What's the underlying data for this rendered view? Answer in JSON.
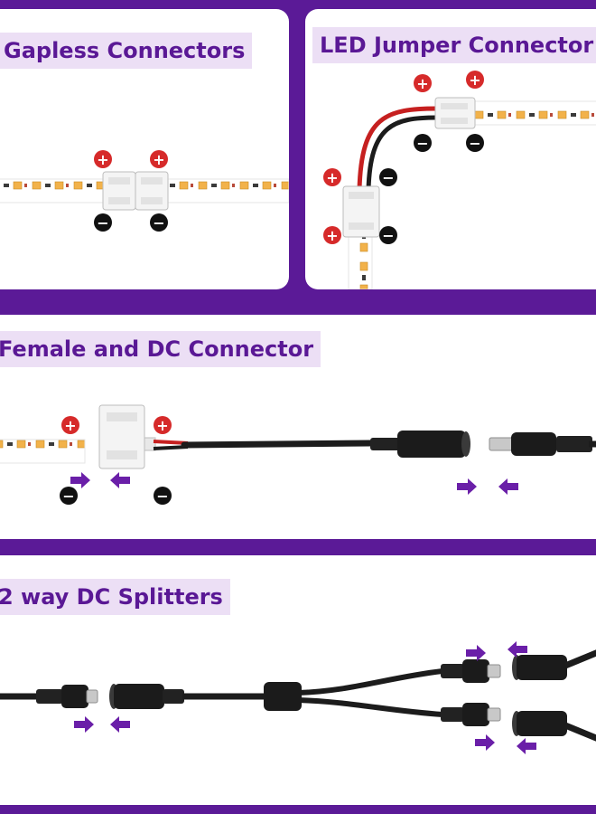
{
  "sections": {
    "gapless": {
      "title": "Gapless Connectors"
    },
    "jumper": {
      "title": "LED Jumper Connector"
    },
    "female_dc": {
      "title": "Female and DC Connector"
    },
    "splitter": {
      "title": "2 way DC Splitters"
    }
  },
  "symbols": {
    "plus": "+",
    "minus": "−"
  },
  "colors": {
    "frame": "#5b1a97",
    "label_bg": "#ecdff5",
    "label_text": "#5a1895",
    "arrow": "#6a1fa8",
    "plus": "#d62a2a",
    "minus": "#111111",
    "led": "#f2b24a"
  }
}
